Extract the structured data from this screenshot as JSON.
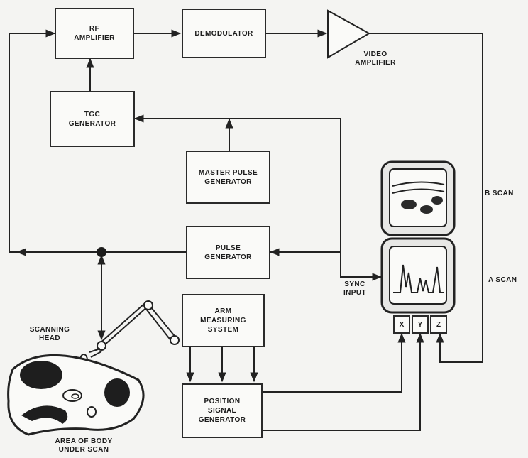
{
  "blocks": {
    "rf_amplifier": "RF\nAMPLIFIER",
    "demodulator": "DEMODULATOR",
    "tgc_generator": "TGC\nGENERATOR",
    "master_pulse_generator": "MASTER PULSE\nGENERATOR",
    "pulse_generator": "PULSE\nGENERATOR",
    "arm_measuring_system": "ARM\nMEASURING\nSYSTEM",
    "position_signal_generator": "POSITION\nSIGNAL\nGENERATOR"
  },
  "labels": {
    "video_amplifier": "VIDEO\nAMPLIFIER",
    "b_scan": "B SCAN",
    "a_scan": "A SCAN",
    "sync_input": "SYNC\nINPUT",
    "scanning_head": "SCANNING\nHEAD",
    "area_of_body": "AREA OF BODY\nUNDER SCAN"
  },
  "display_inputs": [
    "X",
    "Y",
    "Z"
  ]
}
